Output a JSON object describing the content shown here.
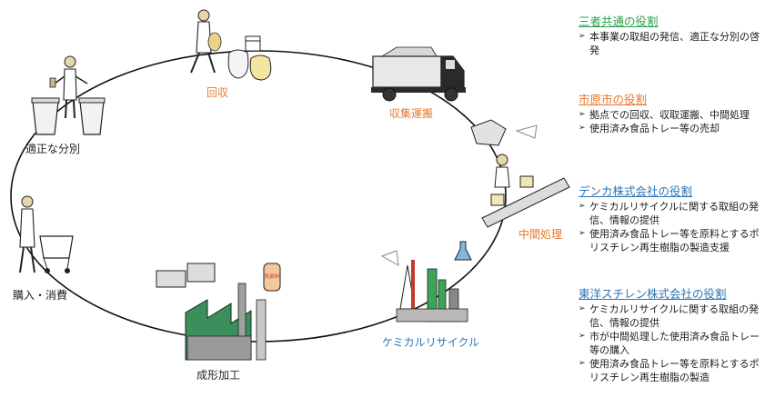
{
  "cycle": {
    "collection": "回収",
    "transport": "収集運搬",
    "sorting": "適正な分別",
    "purchase": "購入・消費",
    "molding": "成形加工",
    "chemical": "ケミカルリサイクル",
    "intermediate": "中間処理",
    "milk_label": "乳飲料"
  },
  "roles": [
    {
      "title": "三者共通の役割",
      "color": "#2aa14a",
      "items": [
        "本事業の取組の発信、適正な分別の啓発"
      ]
    },
    {
      "title": "市原市の役割",
      "color": "#e8772e",
      "items": [
        "拠点での回収、収取運搬、中間処理",
        "使用済み食品トレー等の売却"
      ]
    },
    {
      "title": "デンカ株式会社の役割",
      "color": "#2e74b5",
      "items": [
        "ケミカルリサイクルに関する取組の発信、情報の提供",
        "使用済み食品トレー等を原料とするポリスチレン再生樹脂の製造支援"
      ]
    },
    {
      "title": "東洋スチレン株式会社の役割",
      "color": "#2e74b5",
      "items": [
        "ケミカルリサイクルに関する取組の発信、情報の提供",
        "市が中間処理した使用済み食品トレー等の購入",
        "使用済み食品トレー等を原料とするポリスチレン再生樹脂の製造"
      ]
    }
  ]
}
